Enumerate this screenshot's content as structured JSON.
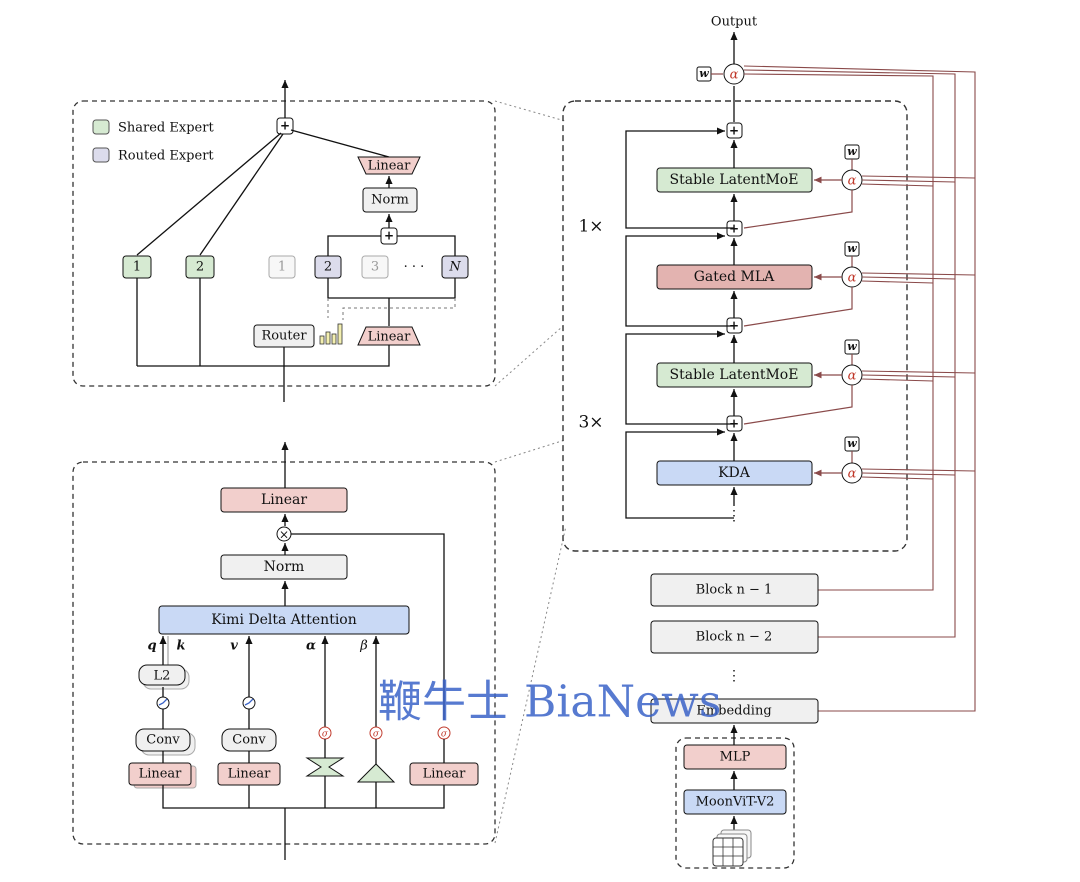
{
  "output_label": "Output",
  "legend": {
    "shared": "Shared Expert",
    "routed": "Routed Expert"
  },
  "moe": {
    "linear_top": "Linear",
    "norm": "Norm",
    "linear_bottom": "Linear",
    "router": "Router",
    "experts": [
      "1",
      "2",
      "1",
      "2",
      "3",
      "· · ·",
      "N"
    ]
  },
  "kda": {
    "linear_top": "Linear",
    "norm": "Norm",
    "attention": "Kimi Delta Attention",
    "inputs": [
      "q",
      "k",
      "v",
      "α",
      "β"
    ],
    "l2": "L2",
    "conv1": "Conv",
    "conv2": "Conv",
    "linear1": "Linear",
    "linear2": "Linear",
    "linear3": "Linear"
  },
  "main": {
    "blocks": [
      "Stable LatentMoE",
      "Gated MLA",
      "Stable LatentMoE",
      "KDA"
    ],
    "repeat_top": "1×",
    "repeat_bottom": "3×",
    "block_n1": "Block n − 1",
    "block_n2": "Block n − 2",
    "embedding": "Embedding",
    "mlp": "MLP",
    "vit": "MoonViT-V2",
    "w": "w",
    "alpha": "α",
    "vdots": "⋮"
  },
  "watermark": "鞭牛士 BiaNews",
  "colors": {
    "green": "#d6ead2",
    "purple": "#dcdcec",
    "red": "#f2cfcc",
    "redDark": "#e3b3b0",
    "blue": "#c9d9f5",
    "gray": "#f0f0f0",
    "edgeRed": "#8a4a4a"
  }
}
